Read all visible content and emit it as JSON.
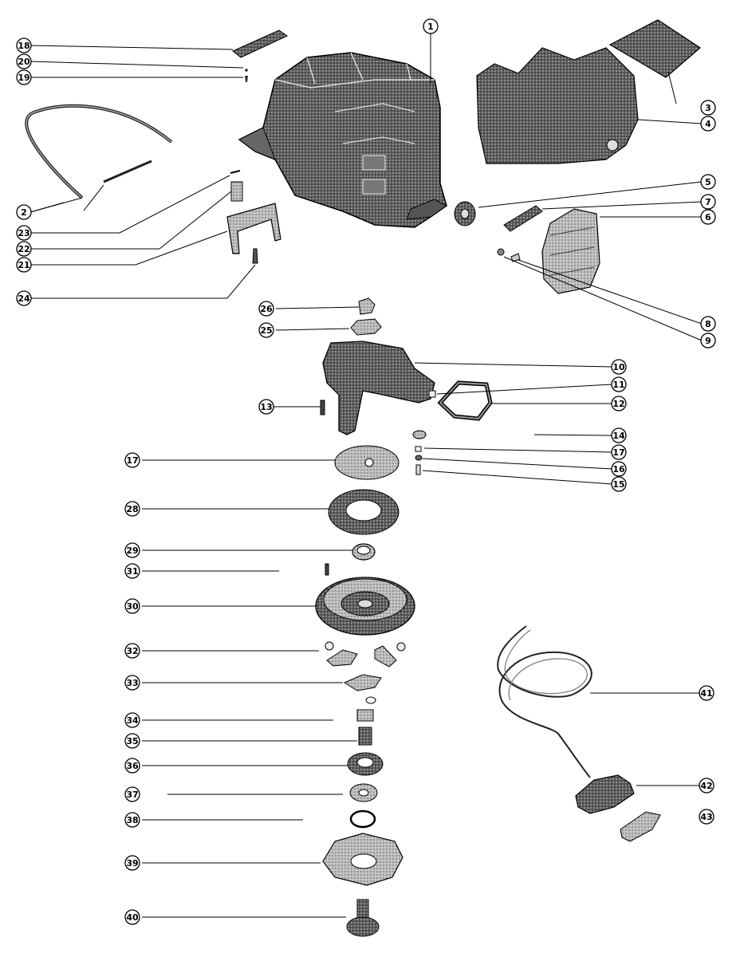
{
  "callouts": [
    {
      "id": "c1",
      "label": "1"
    },
    {
      "id": "c2",
      "label": "2"
    },
    {
      "id": "c3",
      "label": "3"
    },
    {
      "id": "c4",
      "label": "4"
    },
    {
      "id": "c5",
      "label": "5"
    },
    {
      "id": "c6",
      "label": "6"
    },
    {
      "id": "c7",
      "label": "7"
    },
    {
      "id": "c8",
      "label": "8"
    },
    {
      "id": "c9",
      "label": "9"
    },
    {
      "id": "c10",
      "label": "10"
    },
    {
      "id": "c11",
      "label": "11"
    },
    {
      "id": "c12",
      "label": "12"
    },
    {
      "id": "c13",
      "label": "13"
    },
    {
      "id": "c14",
      "label": "14"
    },
    {
      "id": "c15",
      "label": "15"
    },
    {
      "id": "c16",
      "label": "16"
    },
    {
      "id": "c17a",
      "label": "17"
    },
    {
      "id": "c17b",
      "label": "17"
    },
    {
      "id": "c18",
      "label": "18"
    },
    {
      "id": "c19",
      "label": "19"
    },
    {
      "id": "c20",
      "label": "20"
    },
    {
      "id": "c21",
      "label": "21"
    },
    {
      "id": "c22",
      "label": "22"
    },
    {
      "id": "c23",
      "label": "23"
    },
    {
      "id": "c24",
      "label": "24"
    },
    {
      "id": "c25",
      "label": "25"
    },
    {
      "id": "c26",
      "label": "26"
    },
    {
      "id": "c28",
      "label": "28"
    },
    {
      "id": "c29",
      "label": "29"
    },
    {
      "id": "c30",
      "label": "30"
    },
    {
      "id": "c31",
      "label": "31"
    },
    {
      "id": "c32",
      "label": "32"
    },
    {
      "id": "c33",
      "label": "33"
    },
    {
      "id": "c34",
      "label": "34"
    },
    {
      "id": "c35",
      "label": "35"
    },
    {
      "id": "c36",
      "label": "36"
    },
    {
      "id": "c37",
      "label": "37"
    },
    {
      "id": "c38",
      "label": "38"
    },
    {
      "id": "c39",
      "label": "39"
    },
    {
      "id": "c40",
      "label": "40"
    },
    {
      "id": "c41",
      "label": "41"
    },
    {
      "id": "c42",
      "label": "42"
    },
    {
      "id": "c43",
      "label": "43"
    }
  ],
  "colors": {
    "ink": "#000000",
    "part_fill": "#4a4a4a",
    "part_light": "#9a9a9a",
    "paper": "#ffffff"
  }
}
